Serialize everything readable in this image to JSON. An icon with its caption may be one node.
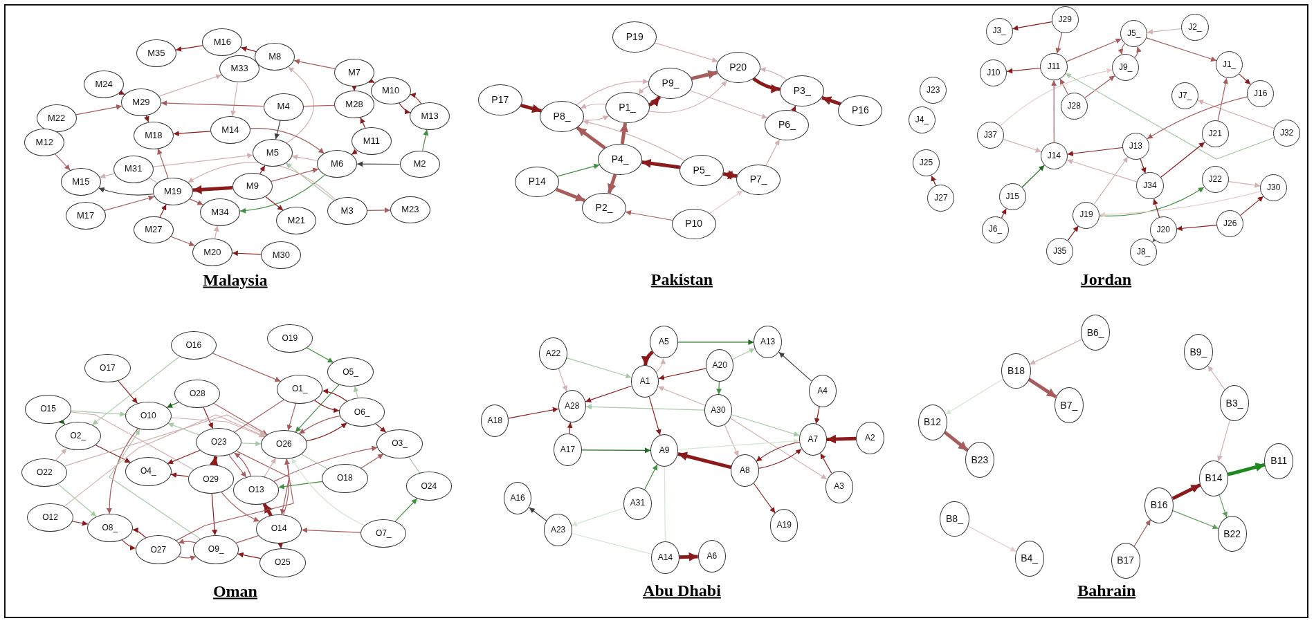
{
  "diagram": {
    "nodes": [
      {
        "text": [
          "M35"
        ]
      },
      {
        "text": [
          "M16"
        ]
      },
      {
        "text": [
          "M8"
        ]
      },
      {
        "text": [
          "M33"
        ]
      },
      {
        "text": [
          "M7"
        ]
      },
      {
        "text": [
          "M24"
        ]
      },
      {
        "text": [
          "M29"
        ]
      },
      {
        "text": [
          "M10"
        ]
      },
      {
        "text": [
          "M4"
        ]
      },
      {
        "text": [
          "M28"
        ]
      },
      {
        "text": [
          "M13"
        ]
      },
      {
        "text": [
          "M22"
        ]
      },
      {
        "text": [
          "M18"
        ]
      },
      {
        "text": [
          "M14"
        ]
      },
      {
        "text": [
          "M12"
        ]
      },
      {
        "text": [
          "M5"
        ]
      },
      {
        "text": [
          "M11"
        ]
      },
      {
        "text": [
          "M6"
        ]
      },
      {
        "text": [
          "M2"
        ]
      },
      {
        "text": [
          "M31"
        ]
      },
      {
        "text": [
          "M15"
        ]
      },
      {
        "text": [
          "M19"
        ]
      },
      {
        "text": [
          "M9"
        ]
      },
      {
        "text": [
          "M17"
        ]
      },
      {
        "text": [
          "M34"
        ]
      },
      {
        "text": [
          "M21"
        ]
      },
      {
        "text": [
          "M3"
        ]
      },
      {
        "text": [
          "M23"
        ]
      },
      {
        "text": [
          "M27"
        ]
      },
      {
        "text": [
          "M20"
        ]
      },
      {
        "text": [
          "M30"
        ]
      },
      {
        "text": [
          "P19"
        ]
      },
      {
        "text": [
          "P20"
        ]
      },
      {
        "text": [
          "P9_"
        ]
      },
      {
        "text": [
          "P3_"
        ]
      },
      {
        "text": [
          "P17"
        ]
      },
      {
        "text": [
          "P8_"
        ]
      },
      {
        "text": [
          "P1_"
        ]
      },
      {
        "text": [
          "P16"
        ]
      },
      {
        "text": [
          "P6_"
        ]
      },
      {
        "text": [
          "P4_"
        ]
      },
      {
        "text": [
          "P5_"
        ]
      },
      {
        "text": [
          "P14"
        ]
      },
      {
        "text": [
          "P7_"
        ]
      },
      {
        "text": [
          "P2_"
        ]
      },
      {
        "text": [
          "P10"
        ]
      },
      {
        "text": [
          "J29"
        ]
      },
      {
        "text": [
          "J3_"
        ]
      },
      {
        "text": [
          "J5_"
        ]
      },
      {
        "text": [
          "J2_"
        ]
      },
      {
        "text": [
          "J11"
        ]
      },
      {
        "text": [
          "J10"
        ]
      },
      {
        "text": [
          "J9_"
        ]
      },
      {
        "text": [
          "J1_"
        ]
      },
      {
        "text": [
          "J23"
        ]
      },
      {
        "text": [
          "J4_"
        ]
      },
      {
        "text": [
          "J28"
        ]
      },
      {
        "text": [
          "J7_"
        ]
      },
      {
        "text": [
          "J16"
        ]
      },
      {
        "text": [
          "J37"
        ]
      },
      {
        "text": [
          "J21"
        ]
      },
      {
        "text": [
          "J32"
        ]
      },
      {
        "text": [
          "J13"
        ]
      },
      {
        "text": [
          "J14"
        ]
      },
      {
        "text": [
          "J25"
        ]
      },
      {
        "text": [
          "J22"
        ]
      },
      {
        "text": [
          "J34"
        ]
      },
      {
        "text": [
          "J30"
        ]
      },
      {
        "text": [
          "J27"
        ]
      },
      {
        "text": [
          "J15"
        ]
      },
      {
        "text": [
          "J19"
        ]
      },
      {
        "text": [
          "J20"
        ]
      },
      {
        "text": [
          "J26"
        ]
      },
      {
        "text": [
          "J6_"
        ]
      },
      {
        "text": [
          "J35"
        ]
      },
      {
        "text": [
          "J8_"
        ]
      },
      {
        "text": [
          "O19"
        ]
      },
      {
        "text": [
          "O16"
        ]
      },
      {
        "text": [
          "O17"
        ]
      },
      {
        "text": [
          "O5_"
        ]
      },
      {
        "text": [
          "O1_"
        ]
      },
      {
        "text": [
          "O28"
        ]
      },
      {
        "text": [
          "O15"
        ]
      },
      {
        "text": [
          "O10"
        ]
      },
      {
        "text": [
          "O6_"
        ]
      },
      {
        "text": [
          "O2_"
        ]
      },
      {
        "text": [
          "O23"
        ]
      },
      {
        "text": [
          "O26"
        ]
      },
      {
        "text": [
          "O3_"
        ]
      },
      {
        "text": [
          "O22"
        ]
      },
      {
        "text": [
          "O4_"
        ]
      },
      {
        "text": [
          "O29"
        ]
      },
      {
        "text": [
          "O18"
        ]
      },
      {
        "text": [
          "O13"
        ]
      },
      {
        "text": [
          "O24"
        ]
      },
      {
        "text": [
          "O12"
        ]
      },
      {
        "text": [
          "O8_"
        ]
      },
      {
        "text": [
          "O14"
        ]
      },
      {
        "text": [
          "O7_"
        ]
      },
      {
        "text": [
          "O27"
        ]
      },
      {
        "text": [
          "O9_"
        ]
      },
      {
        "text": [
          "O25"
        ]
      },
      {
        "text": [
          "A5"
        ]
      },
      {
        "text": [
          "A13"
        ]
      },
      {
        "text": [
          "A22"
        ]
      },
      {
        "text": [
          "A20"
        ]
      },
      {
        "text": [
          "A1"
        ]
      },
      {
        "text": [
          "A4"
        ]
      },
      {
        "text": [
          "A28"
        ]
      },
      {
        "text": [
          "A30"
        ]
      },
      {
        "text": [
          "A18"
        ]
      },
      {
        "text": [
          "A7"
        ]
      },
      {
        "text": [
          "A2"
        ]
      },
      {
        "text": [
          "A17"
        ]
      },
      {
        "text": [
          "A9"
        ]
      },
      {
        "text": [
          "A8"
        ]
      },
      {
        "text": [
          "A3"
        ]
      },
      {
        "text": [
          "A16"
        ]
      },
      {
        "text": [
          "A31"
        ]
      },
      {
        "text": [
          "A23"
        ]
      },
      {
        "text": [
          "A19"
        ]
      },
      {
        "text": [
          "A14"
        ]
      },
      {
        "text": [
          "A6"
        ]
      },
      {
        "text": [
          "B6_"
        ]
      },
      {
        "text": [
          "B9_"
        ]
      },
      {
        "text": [
          "B18"
        ]
      },
      {
        "text": [
          "B7_"
        ]
      },
      {
        "text": [
          "B12"
        ]
      },
      {
        "text": [
          "B3_"
        ]
      },
      {
        "text": [
          "B23"
        ]
      },
      {
        "text": [
          "B11"
        ]
      },
      {
        "text": [
          "B14"
        ]
      },
      {
        "text": [
          "B16"
        ]
      },
      {
        "text": [
          "B22"
        ]
      },
      {
        "text": [
          "B8_"
        ]
      },
      {
        "text": [
          "B4_"
        ]
      },
      {
        "text": [
          "B17"
        ]
      }
    ],
    "edges": [
      {
        "from": 1,
        "to": 0,
        "arrow": "to",
        "color": "#8b1a1a"
      },
      {
        "from": 2,
        "to": 1,
        "arrow": "to",
        "color": "#8b1a1a"
      },
      {
        "from": 4,
        "to": 2,
        "arrow": "to"
      },
      {
        "from": 6,
        "to": 3,
        "arrow": "to",
        "color": "#d4b0b0"
      },
      {
        "from": 3,
        "to": 13,
        "arrow": "to",
        "color": "#d4b0b0"
      },
      {
        "from": 15,
        "to": 2,
        "arrow": "to",
        "color": "#d4b0b0"
      },
      {
        "from": 8,
        "to": 6,
        "arrow": "to"
      },
      {
        "from": 9,
        "to": 8,
        "arrow": "none"
      },
      {
        "from": 4,
        "to": 9,
        "arrow": "to",
        "color": "#8b1a1a"
      },
      {
        "from": 4,
        "to": 7,
        "arrow": "to",
        "color": "#8b1a1a"
      },
      {
        "from": 7,
        "to": 10,
        "arrow": "to",
        "color": "#8b1a1a"
      },
      {
        "from": 10,
        "to": 7,
        "arrow": "to",
        "color": "#8b1a1a"
      },
      {
        "from": 18,
        "to": 10,
        "arrow": "to",
        "color": "#3f8f3f"
      },
      {
        "from": 18,
        "to": 17,
        "arrow": "to",
        "color": "#404040"
      },
      {
        "from": 16,
        "to": 9,
        "arrow": "to",
        "color": "#8b1a1a"
      },
      {
        "from": 16,
        "to": 17,
        "arrow": "to",
        "color": "#8b1a1a"
      },
      {
        "from": 8,
        "to": 15,
        "arrow": "to",
        "color": "#404040"
      },
      {
        "from": 13,
        "to": 12,
        "arrow": "to",
        "color": "#8b1a1a"
      },
      {
        "from": 13,
        "to": 17,
        "arrow": "to"
      },
      {
        "from": 17,
        "to": 15,
        "arrow": "to",
        "color": "#d4b0b0"
      },
      {
        "from": 19,
        "to": 15,
        "arrow": "to",
        "color": "#d4b0b0"
      },
      {
        "from": 19,
        "to": 20,
        "arrow": "to",
        "color": "#d4b0b0"
      },
      {
        "from": 14,
        "to": 20,
        "arrow": "to"
      },
      {
        "from": 11,
        "to": 6,
        "arrow": "to"
      },
      {
        "from": 5,
        "to": 6,
        "arrow": "to",
        "color": "#8b1a1a"
      },
      {
        "from": 6,
        "to": 12,
        "arrow": "to",
        "color": "#8b1a1a"
      },
      {
        "from": 21,
        "to": 12,
        "arrow": "to"
      },
      {
        "from": 21,
        "to": 20,
        "arrow": "to",
        "color": "#404040"
      },
      {
        "from": 22,
        "to": 21,
        "arrow": "to",
        "color": "#8b1a1a",
        "style": "thick"
      },
      {
        "from": 22,
        "to": 15,
        "arrow": "to",
        "color": "#8b1a1a"
      },
      {
        "from": 22,
        "to": 17,
        "arrow": "to"
      },
      {
        "from": 17,
        "to": 24,
        "arrow": "to",
        "color": "#3f8f3f"
      },
      {
        "from": 26,
        "to": 15,
        "arrow": "to",
        "color": "#a8caa8"
      },
      {
        "from": 26,
        "to": 21,
        "arrow": "to",
        "color": "#d4b0b0"
      },
      {
        "from": 26,
        "to": 27,
        "arrow": "to"
      },
      {
        "from": 22,
        "to": 25,
        "arrow": "to",
        "color": "#8b1a1a"
      },
      {
        "from": 21,
        "to": 24,
        "arrow": "to"
      },
      {
        "from": 21,
        "to": 19,
        "arrow": "none",
        "color": "#d4b0b0"
      },
      {
        "from": 23,
        "to": 21,
        "arrow": "to"
      },
      {
        "from": 28,
        "to": 21,
        "arrow": "to",
        "color": "#8b1a1a"
      },
      {
        "from": 28,
        "to": 29,
        "arrow": "to"
      },
      {
        "from": 29,
        "to": 24,
        "arrow": "to",
        "color": "#d4b0b0"
      },
      {
        "from": 30,
        "to": 29,
        "arrow": "to",
        "color": "#8b1a1a"
      },
      {
        "from": 31,
        "to": 32,
        "arrow": "to",
        "color": "#d4b0b0"
      },
      {
        "from": 33,
        "to": 32,
        "arrow": "to",
        "style": "thick"
      },
      {
        "from": 37,
        "to": 32,
        "arrow": "to",
        "color": "#d4b0b0"
      },
      {
        "from": 36,
        "to": 33,
        "arrow": "to",
        "color": "#d4b0b0"
      },
      {
        "from": 36,
        "to": 37,
        "arrow": "to",
        "color": "#d4b0b0"
      },
      {
        "from": 37,
        "to": 36,
        "arrow": "to",
        "color": "#d4b0b0"
      },
      {
        "from": 37,
        "to": 33,
        "arrow": "to",
        "color": "#8b1a1a",
        "style": "thick"
      },
      {
        "from": 33,
        "to": 37,
        "arrow": "to",
        "color": "#d4b0b0"
      },
      {
        "from": 32,
        "to": 34,
        "arrow": "to",
        "color": "#8b1a1a",
        "style": "thick"
      },
      {
        "from": 34,
        "to": 32,
        "arrow": "to",
        "color": "#d4b0b0"
      },
      {
        "from": 38,
        "to": 34,
        "arrow": "to",
        "color": "#8b1a1a",
        "style": "thick"
      },
      {
        "from": 39,
        "to": 34,
        "arrow": "to",
        "color": "#8b1a1a"
      },
      {
        "from": 33,
        "to": 39,
        "arrow": "to",
        "color": "#d4b0b0"
      },
      {
        "from": 43,
        "to": 39,
        "arrow": "to",
        "color": "#d4b0b0"
      },
      {
        "from": 41,
        "to": 43,
        "arrow": "both",
        "color": "#8b1a1a",
        "style": "thick"
      },
      {
        "from": 41,
        "to": 40,
        "arrow": "to",
        "color": "#8b1a1a",
        "style": "thick"
      },
      {
        "from": 41,
        "to": 36,
        "arrow": "to",
        "color": "#d4b0b0"
      },
      {
        "from": 40,
        "to": 36,
        "arrow": "to",
        "style": "thick"
      },
      {
        "from": 40,
        "to": 37,
        "arrow": "to",
        "style": "thick"
      },
      {
        "from": 40,
        "to": 44,
        "arrow": "to",
        "style": "thick"
      },
      {
        "from": 42,
        "to": 40,
        "arrow": "to",
        "color": "#3f8f3f"
      },
      {
        "from": 42,
        "to": 44,
        "arrow": "to",
        "style": "thick"
      },
      {
        "from": 45,
        "to": 44,
        "arrow": "to"
      },
      {
        "from": 45,
        "to": 43,
        "arrow": "to",
        "color": "#e8cccc"
      },
      {
        "from": 35,
        "to": 36,
        "arrow": "to",
        "color": "#8b1a1a",
        "style": "thick"
      },
      {
        "from": 46,
        "to": 47,
        "arrow": "to",
        "color": "#8b1a1a"
      },
      {
        "from": 46,
        "to": 50,
        "arrow": "to"
      },
      {
        "from": 49,
        "to": 48,
        "arrow": "to",
        "color": "#d4b0b0"
      },
      {
        "from": 50,
        "to": 48,
        "arrow": "to"
      },
      {
        "from": 50,
        "to": 51,
        "arrow": "to",
        "color": "#8b1a1a"
      },
      {
        "from": 48,
        "to": 53,
        "arrow": "to"
      },
      {
        "from": 48,
        "to": 52,
        "arrow": "to"
      },
      {
        "from": 52,
        "to": 48,
        "arrow": "to"
      },
      {
        "from": 53,
        "to": 58,
        "arrow": "to",
        "color": "#8b1a1a"
      },
      {
        "from": 56,
        "to": 50,
        "arrow": "to"
      },
      {
        "from": 56,
        "to": 52,
        "arrow": "to"
      },
      {
        "from": 59,
        "to": 52,
        "arrow": "to",
        "color": "#e8cccc"
      },
      {
        "from": 59,
        "to": 63,
        "arrow": "to",
        "color": "#d4b0b0"
      },
      {
        "from": 61,
        "to": 50,
        "arrow": "to",
        "color": "#a8caa8"
      },
      {
        "from": 61,
        "to": 57,
        "arrow": "to",
        "color": "#d4b0b0"
      },
      {
        "from": 58,
        "to": 62,
        "arrow": "to"
      },
      {
        "from": 60,
        "to": 53,
        "arrow": "to"
      },
      {
        "from": 63,
        "to": 50,
        "arrow": "to"
      },
      {
        "from": 62,
        "to": 63,
        "arrow": "to",
        "color": "#8b1a1a"
      },
      {
        "from": 66,
        "to": 63,
        "arrow": "to",
        "color": "#d4b0b0"
      },
      {
        "from": 62,
        "to": 66,
        "arrow": "to",
        "color": "#8b1a1a"
      },
      {
        "from": 66,
        "to": 60,
        "arrow": "to",
        "color": "#8b1a1a"
      },
      {
        "from": 70,
        "to": 62,
        "arrow": "to",
        "color": "#d4b0b0"
      },
      {
        "from": 70,
        "to": 65,
        "arrow": "to",
        "color": "#3f8f3f"
      },
      {
        "from": 65,
        "to": 67,
        "arrow": "to",
        "color": "#d4b0b0"
      },
      {
        "from": 67,
        "to": 70,
        "arrow": "to",
        "color": "#e8cccc"
      },
      {
        "from": 71,
        "to": 66,
        "arrow": "to",
        "color": "#8b1a1a"
      },
      {
        "from": 72,
        "to": 71,
        "arrow": "to",
        "color": "#8b1a1a"
      },
      {
        "from": 72,
        "to": 67,
        "arrow": "to",
        "color": "#8b1a1a"
      },
      {
        "from": 74,
        "to": 70,
        "arrow": "to",
        "color": "#8b1a1a"
      },
      {
        "from": 69,
        "to": 63,
        "arrow": "to",
        "color": "#1e6b1e"
      },
      {
        "from": 73,
        "to": 69,
        "arrow": "to",
        "color": "#8b1a1a"
      },
      {
        "from": 71,
        "to": 75,
        "arrow": "to",
        "color": "#404040"
      },
      {
        "from": 68,
        "to": 64,
        "arrow": "to",
        "color": "#8b1a1a"
      },
      {
        "from": 76,
        "to": 79,
        "arrow": "to",
        "color": "#3f8f3f"
      },
      {
        "from": 77,
        "to": 80,
        "arrow": "to"
      },
      {
        "from": 77,
        "to": 85,
        "arrow": "to",
        "color": "#a8caa8"
      },
      {
        "from": 78,
        "to": 83,
        "arrow": "to",
        "color": "#8b1a1a"
      },
      {
        "from": 82,
        "to": 83,
        "arrow": "to",
        "color": "#a8caa8"
      },
      {
        "from": 82,
        "to": 85,
        "arrow": "to",
        "color": "#1e6b1e"
      },
      {
        "from": 82,
        "to": 91,
        "arrow": "none",
        "color": "#d4b0b0"
      },
      {
        "from": 81,
        "to": 83,
        "arrow": "to",
        "color": "#1e6b1e"
      },
      {
        "from": 81,
        "to": 86,
        "arrow": "to",
        "color": "#8b1a1a"
      },
      {
        "from": 81,
        "to": 87,
        "arrow": "to"
      },
      {
        "from": 83,
        "to": 87,
        "arrow": "to",
        "color": "#d4b0b0"
      },
      {
        "from": 86,
        "to": 83,
        "arrow": "to",
        "color": "#a8caa8"
      },
      {
        "from": 83,
        "to": 96,
        "arrow": "to"
      },
      {
        "from": 85,
        "to": 90,
        "arrow": "to",
        "color": "#8b1a1a"
      },
      {
        "from": 89,
        "to": 85,
        "arrow": "to",
        "color": "#d4b0b0"
      },
      {
        "from": 89,
        "to": 87,
        "arrow": "to",
        "color": "#d4b0b0"
      },
      {
        "from": 89,
        "to": 96,
        "arrow": "to",
        "color": "#a8caa8"
      },
      {
        "from": 95,
        "to": 96,
        "arrow": "to",
        "color": "#8b1a1a"
      },
      {
        "from": 95,
        "to": 87,
        "arrow": "to",
        "color": "#d4b0b0"
      },
      {
        "from": 86,
        "to": 90,
        "arrow": "to",
        "color": "#8b1a1a"
      },
      {
        "from": 91,
        "to": 90,
        "arrow": "to",
        "color": "#8b1a1a"
      },
      {
        "from": 91,
        "to": 86,
        "arrow": "to",
        "color": "#8b1a1a",
        "style": "thick"
      },
      {
        "from": 91,
        "to": 100,
        "arrow": "to",
        "color": "#8b1a1a"
      },
      {
        "from": 91,
        "to": 97,
        "arrow": "to"
      },
      {
        "from": 100,
        "to": 83,
        "arrow": "to",
        "color": "#a8caa8"
      },
      {
        "from": 86,
        "to": 87,
        "arrow": "to",
        "color": "#a8caa8"
      },
      {
        "from": 86,
        "to": 93,
        "arrow": "to"
      },
      {
        "from": 86,
        "to": 97,
        "arrow": "to"
      },
      {
        "from": 93,
        "to": 86,
        "arrow": "to"
      },
      {
        "from": 93,
        "to": 87,
        "arrow": "to",
        "color": "#d4b0b0"
      },
      {
        "from": 86,
        "to": 80,
        "arrow": "none"
      },
      {
        "from": 80,
        "to": 87,
        "arrow": "to"
      },
      {
        "from": 79,
        "to": 87,
        "arrow": "to",
        "color": "#3f8f3f"
      },
      {
        "from": 80,
        "to": 84,
        "arrow": "to",
        "color": "#8b1a1a"
      },
      {
        "from": 84,
        "to": 80,
        "arrow": "to",
        "color": "#8b1a1a"
      },
      {
        "from": 84,
        "to": 79,
        "arrow": "to",
        "color": "#a8caa8"
      },
      {
        "from": 84,
        "to": 87,
        "arrow": "to"
      },
      {
        "from": 87,
        "to": 84,
        "arrow": "to",
        "color": "#8b1a1a"
      },
      {
        "from": 84,
        "to": 88,
        "arrow": "to",
        "color": "#8b1a1a"
      },
      {
        "from": 92,
        "to": 88,
        "arrow": "to"
      },
      {
        "from": 93,
        "to": 88,
        "arrow": "to"
      },
      {
        "from": 92,
        "to": 93,
        "arrow": "to",
        "color": "#3f8f3f"
      },
      {
        "from": 87,
        "to": 92,
        "arrow": "none",
        "color": "#a8caa8"
      },
      {
        "from": 98,
        "to": 87,
        "arrow": "to",
        "color": "#d3e5d3"
      },
      {
        "from": 88,
        "to": 94,
        "arrow": "none",
        "color": "#a8caa8"
      },
      {
        "from": 98,
        "to": 94,
        "arrow": "to",
        "color": "#3f8f3f"
      },
      {
        "from": 98,
        "to": 97,
        "arrow": "to"
      },
      {
        "from": 97,
        "to": 93,
        "arrow": "to",
        "color": "#8b1a1a",
        "style": "thick"
      },
      {
        "from": 87,
        "to": 97,
        "arrow": "none"
      },
      {
        "from": 97,
        "to": 100,
        "arrow": "none"
      },
      {
        "from": 100,
        "to": 99,
        "arrow": "to"
      },
      {
        "from": 99,
        "to": 100,
        "arrow": "to"
      },
      {
        "from": 96,
        "to": 99,
        "arrow": "to",
        "color": "#8b1a1a"
      },
      {
        "from": 99,
        "to": 96,
        "arrow": "to",
        "color": "#8b1a1a"
      },
      {
        "from": 99,
        "to": 87,
        "arrow": "to"
      },
      {
        "from": 101,
        "to": 100,
        "arrow": "to",
        "color": "#8b1a1a"
      },
      {
        "from": 97,
        "to": 101,
        "arrow": "to",
        "color": "#8b1a1a"
      },
      {
        "from": 102,
        "to": 103,
        "arrow": "to",
        "color": "#1e6b1e"
      },
      {
        "from": 106,
        "to": 102,
        "arrow": "to",
        "color": "#d4b0b0"
      },
      {
        "from": 102,
        "to": 106,
        "arrow": "to",
        "color": "#8b1a1a",
        "style": "thick"
      },
      {
        "from": 105,
        "to": 103,
        "arrow": "to",
        "color": "#a8caa8"
      },
      {
        "from": 105,
        "to": 106,
        "arrow": "to",
        "color": "#8b1a1a"
      },
      {
        "from": 105,
        "to": 109,
        "arrow": "to",
        "color": "#3f8f3f"
      },
      {
        "from": 104,
        "to": 106,
        "arrow": "to",
        "color": "#a8caa8"
      },
      {
        "from": 104,
        "to": 108,
        "arrow": "to",
        "color": "#d4b0b0"
      },
      {
        "from": 106,
        "to": 108,
        "arrow": "to",
        "color": "#8b1a1a"
      },
      {
        "from": 109,
        "to": 106,
        "arrow": "to",
        "color": "#d4b0b0"
      },
      {
        "from": 109,
        "to": 108,
        "arrow": "to",
        "color": "#a8caa8"
      },
      {
        "from": 110,
        "to": 108,
        "arrow": "to",
        "color": "#8b1a1a"
      },
      {
        "from": 113,
        "to": 108,
        "arrow": "to",
        "color": "#8b1a1a"
      },
      {
        "from": 113,
        "to": 114,
        "arrow": "to",
        "color": "#1e6b1e"
      },
      {
        "from": 106,
        "to": 114,
        "arrow": "to",
        "color": "#8b1a1a"
      },
      {
        "from": 107,
        "to": 103,
        "arrow": "to",
        "color": "#404040"
      },
      {
        "from": 107,
        "to": 111,
        "arrow": "to",
        "color": "#8b1a1a"
      },
      {
        "from": 109,
        "to": 111,
        "arrow": "to",
        "color": "#a8caa8"
      },
      {
        "from": 109,
        "to": 115,
        "arrow": "to",
        "color": "#d4b0b0"
      },
      {
        "from": 109,
        "to": 116,
        "arrow": "to",
        "color": "#d4b0b0"
      },
      {
        "from": 114,
        "to": 111,
        "arrow": "to",
        "color": "#d3e5d3"
      },
      {
        "from": 112,
        "to": 111,
        "arrow": "to",
        "color": "#8b1a1a",
        "style": "thick"
      },
      {
        "from": 116,
        "to": 111,
        "arrow": "to",
        "color": "#8b1a1a"
      },
      {
        "from": 111,
        "to": 115,
        "arrow": "to",
        "color": "#8b1a1a"
      },
      {
        "from": 115,
        "to": 111,
        "arrow": "to",
        "color": "#8b1a1a"
      },
      {
        "from": 115,
        "to": 114,
        "arrow": "to",
        "color": "#8b1a1a",
        "style": "thick"
      },
      {
        "from": 115,
        "to": 120,
        "arrow": "to",
        "color": "#8b1a1a"
      },
      {
        "from": 118,
        "to": 114,
        "arrow": "to",
        "color": "#3f8f3f"
      },
      {
        "from": 118,
        "to": 119,
        "arrow": "to",
        "color": "#d3e5d3"
      },
      {
        "from": 119,
        "to": 117,
        "arrow": "to",
        "color": "#404040"
      },
      {
        "from": 121,
        "to": 119,
        "arrow": "none",
        "color": "#d3e5d3"
      },
      {
        "from": 121,
        "to": 114,
        "arrow": "none",
        "color": "#d3e5d3"
      },
      {
        "from": 121,
        "to": 122,
        "arrow": "to",
        "color": "#8b1a1a",
        "style": "thick"
      },
      {
        "from": 123,
        "to": 125,
        "arrow": "to",
        "color": "#d4b0b0"
      },
      {
        "from": 125,
        "to": 126,
        "arrow": "to",
        "style": "thick"
      },
      {
        "from": 125,
        "to": 127,
        "arrow": "to",
        "color": "#d3e5d3"
      },
      {
        "from": 127,
        "to": 129,
        "arrow": "to",
        "style": "thick"
      },
      {
        "from": 134,
        "to": 135,
        "arrow": "to",
        "color": "#e8cccc"
      },
      {
        "from": 128,
        "to": 124,
        "arrow": "to",
        "color": "#d4b0b0"
      },
      {
        "from": 128,
        "to": 131,
        "arrow": "to",
        "color": "#d4b0b0"
      },
      {
        "from": 131,
        "to": 130,
        "arrow": "to",
        "color": "#1e8a1e",
        "style": "thick"
      },
      {
        "from": 132,
        "to": 131,
        "arrow": "to",
        "color": "#8b1a1a",
        "style": "thick"
      },
      {
        "from": 131,
        "to": 133,
        "arrow": "to",
        "color": "#5f9f5f"
      },
      {
        "from": 132,
        "to": 133,
        "arrow": "to",
        "color": "#5f9f5f"
      },
      {
        "from": 136,
        "to": 132,
        "arrow": "to"
      }
    ],
    "labels": [
      "Malaysia",
      "Pakistan",
      "Jordan",
      "Oman",
      "Abu Dhabi",
      "Bahrain"
    ]
  }
}
